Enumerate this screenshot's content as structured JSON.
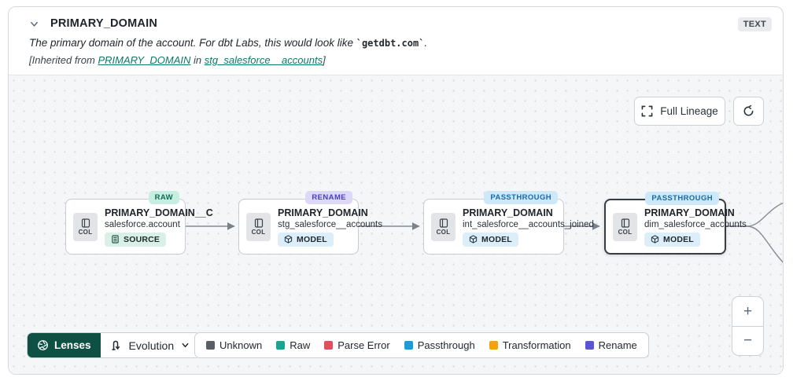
{
  "header": {
    "title": "PRIMARY_DOMAIN",
    "type_badge": "TEXT",
    "description_prefix": "The primary domain of the account. For dbt Labs, this would look like ",
    "description_code": "`getdbt.com`",
    "description_suffix": ".",
    "inherited_prefix": "[Inherited from ",
    "inherited_link_column": "PRIMARY_DOMAIN",
    "inherited_middle": " in ",
    "inherited_link_model": "stg_salesforce__accounts",
    "inherited_suffix": "]"
  },
  "toolbar": {
    "full_lineage_label": "Full Lineage"
  },
  "nodes": [
    {
      "status": "RAW",
      "column": "PRIMARY_DOMAIN__C",
      "model": "salesforce.account",
      "resource_type": "SOURCE",
      "col_label": "COL",
      "selected": false
    },
    {
      "status": "RENAME",
      "column": "PRIMARY_DOMAIN",
      "model": "stg_salesforce__accounts",
      "resource_type": "MODEL",
      "col_label": "COL",
      "selected": false
    },
    {
      "status": "PASSTHROUGH",
      "column": "PRIMARY_DOMAIN",
      "model": "int_salesforce__accounts_joined",
      "resource_type": "MODEL",
      "col_label": "COL",
      "selected": false
    },
    {
      "status": "PASSTHROUGH",
      "column": "PRIMARY_DOMAIN",
      "model": "dim_salesforce_accounts",
      "resource_type": "MODEL",
      "col_label": "COL",
      "selected": true
    }
  ],
  "lenses": {
    "button_label": "Lenses",
    "selected_lens": "Evolution"
  },
  "legend": {
    "items": [
      {
        "label": "Unknown",
        "color": "#5a5f66"
      },
      {
        "label": "Raw",
        "color": "#19a390"
      },
      {
        "label": "Parse Error",
        "color": "#e04f5f"
      },
      {
        "label": "Passthrough",
        "color": "#1e9ad6"
      },
      {
        "label": "Transformation",
        "color": "#f2a30f"
      },
      {
        "label": "Rename",
        "color": "#5a55d2"
      }
    ]
  },
  "zoom_controls": {
    "zoom_in": "+",
    "zoom_out": "−"
  },
  "status_colors": {
    "raw": "#c6efe0",
    "rename": "#dcd9f8",
    "passthrough": "#cde8f8"
  }
}
